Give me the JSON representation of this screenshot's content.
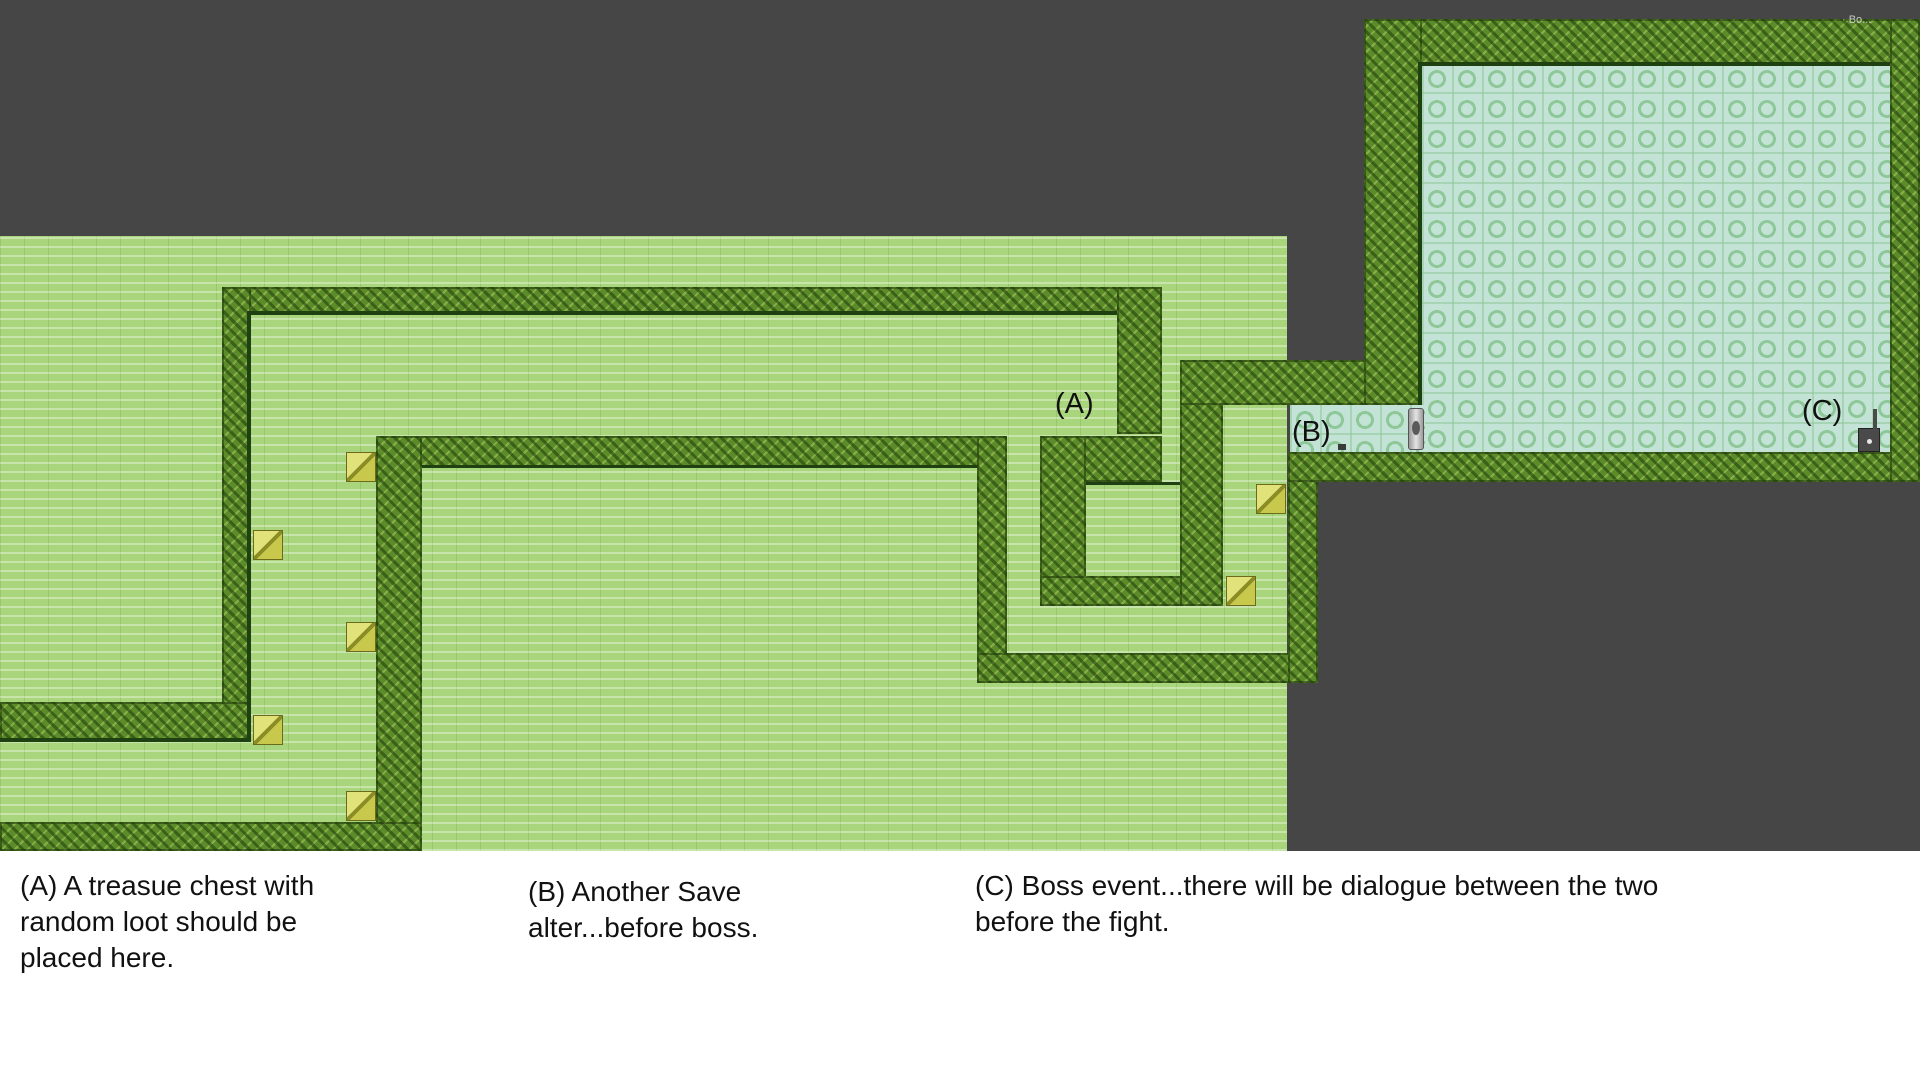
{
  "map": {
    "markers": {
      "a": "(A)",
      "b": "(B)",
      "c": "(C)"
    },
    "corner_tag": "· Bo..."
  },
  "notes": {
    "a": "(A) A treasue chest with random loot should be placed here.",
    "b": "(B) Another Save alter...before boss.",
    "c": "(C) Boss event...there will be dialogue between the two before the fight."
  },
  "colors": {
    "void": "#464646",
    "floor": "#a9d67c",
    "wall": "#5c8c2a",
    "boss_floor": "#c2e3d6",
    "block": "#e2e27a"
  }
}
